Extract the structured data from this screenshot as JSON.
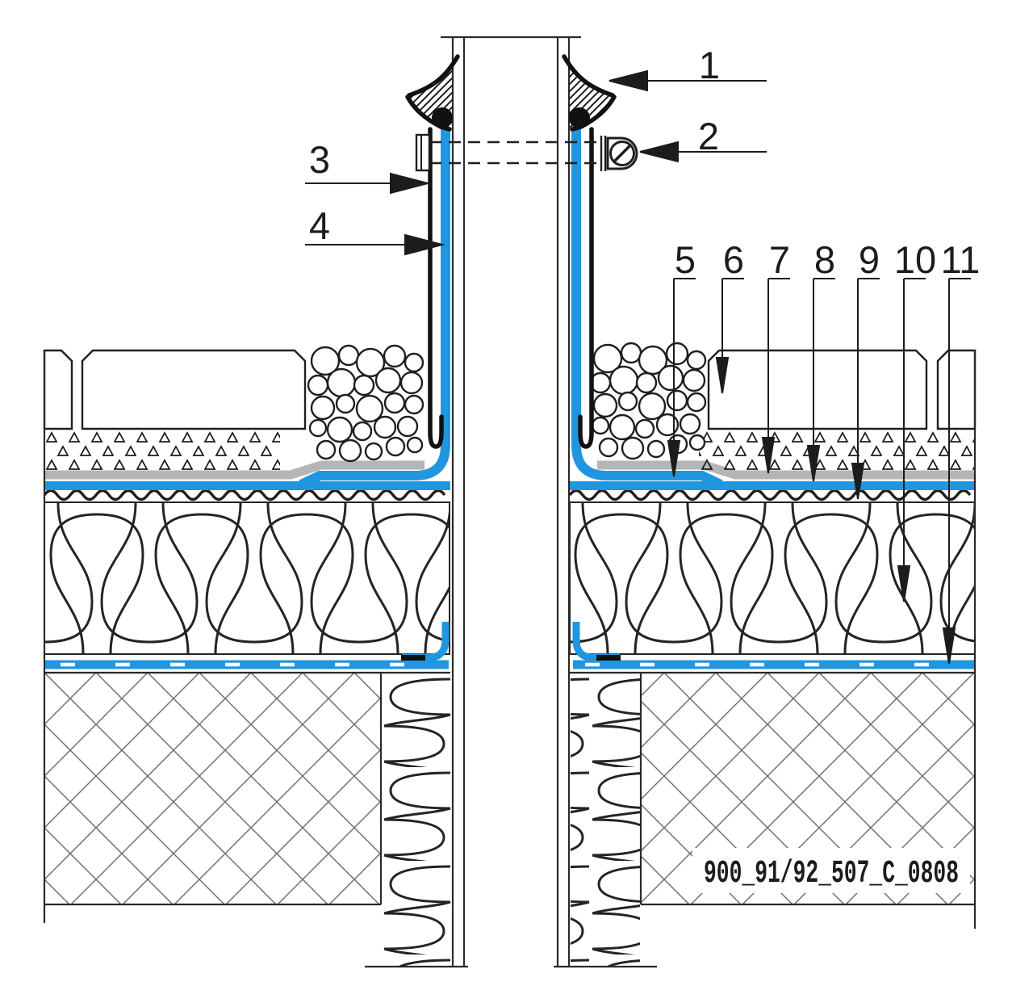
{
  "diagram": {
    "kind": "construction-detail-section",
    "description": "Flat roof pipe penetration detail with waterproofing membrane upstand, clamping ring and layered roof build-up",
    "drawing_code": "900_91/92_507_C_0808",
    "callouts": [
      {
        "label": "1"
      },
      {
        "label": "2"
      },
      {
        "label": "3"
      },
      {
        "label": "4"
      },
      {
        "label": "5"
      },
      {
        "label": "6"
      },
      {
        "label": "7"
      },
      {
        "label": "8"
      },
      {
        "label": "9"
      },
      {
        "label": "10"
      },
      {
        "label": "11"
      }
    ],
    "colors": {
      "membrane_blue": "#2196e0",
      "fleece_gray": "#b5b5b5",
      "line_dark": "#1c1c1c",
      "hatch_gray": "#6f6f6f",
      "background": "#ffffff"
    }
  }
}
